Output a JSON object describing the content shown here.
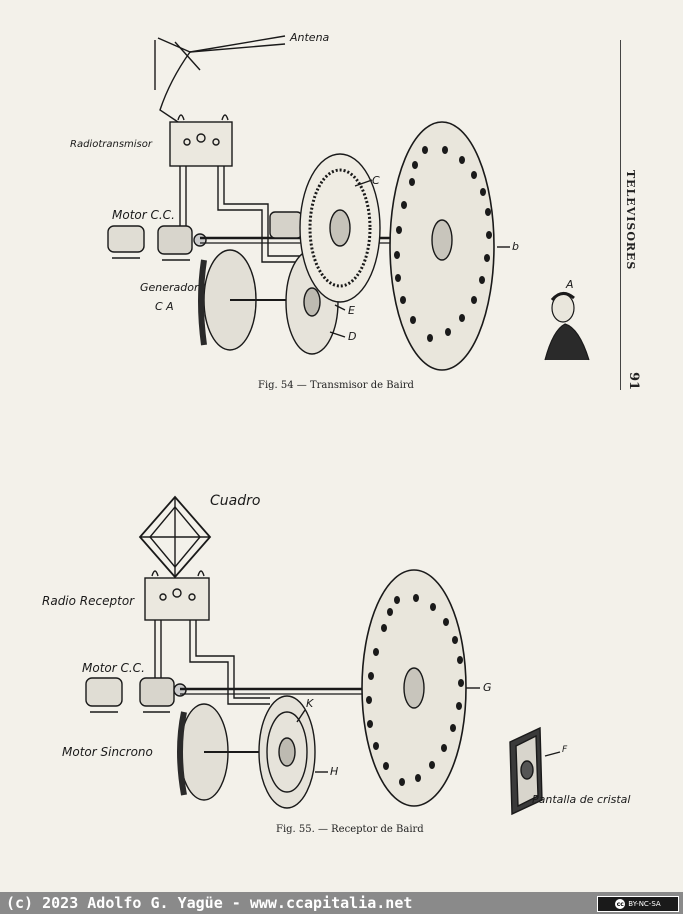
{
  "page": {
    "side_title": "TELEVISORES",
    "page_number": "91"
  },
  "figure_top": {
    "labels": {
      "antena": "Antena",
      "radiotransmisor": "Radiotransmisor",
      "motor": "Motor C.C.",
      "generador": "Generador",
      "ca": "C A",
      "c": "C",
      "b": "b",
      "a": "A",
      "e": "E",
      "d": "D"
    },
    "caption": "Fig. 54 — Transmisor de Baird"
  },
  "figure_bottom": {
    "labels": {
      "cuadro": "Cuadro",
      "radio_receptor": "Radio Receptor",
      "motor": "Motor C.C.",
      "motor_sincrono": "Motor Sincrono",
      "k": "K",
      "h": "H",
      "g": "G",
      "f": "F",
      "pantalla": "Pantalla de cristal"
    },
    "caption": "Fig. 55. — Receptor de Baird"
  },
  "footer": {
    "copyright": "(c) 2023 Adolfo G. Yagüe - www.ccapitalia.net",
    "license": "BY-NC-SA",
    "cc_mark": "cc"
  }
}
